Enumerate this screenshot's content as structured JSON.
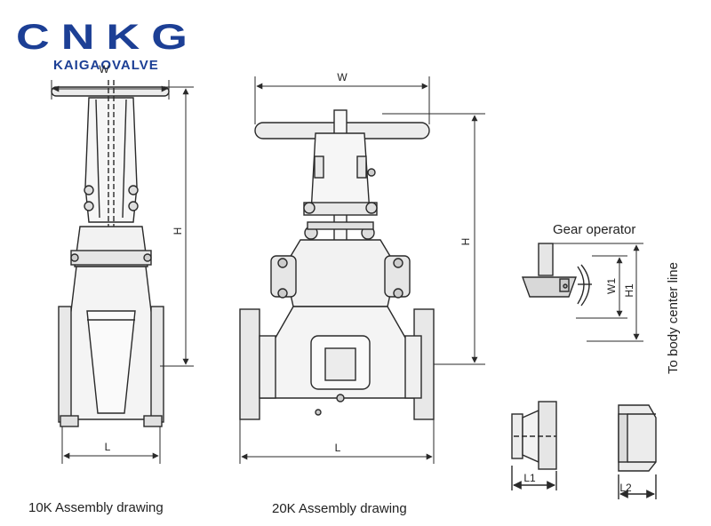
{
  "brand": {
    "name": "CNKG",
    "subtitle": "KAIGAOVALVE",
    "color": "#1c3f95"
  },
  "drawing_10k": {
    "caption": "10K Assembly drawing",
    "dim_w": "W",
    "dim_h": "H",
    "dim_l": "L"
  },
  "drawing_20k": {
    "caption": "20K Assembly drawing",
    "dim_w": "W",
    "dim_h": "H",
    "dim_l": "L"
  },
  "gear": {
    "label": "Gear operator",
    "dim_w1": "W1",
    "dim_h1": "H1",
    "side_note": "To body center line"
  },
  "ends": {
    "dim_l1": "L1",
    "dim_l2": "L2"
  },
  "colors": {
    "line": "#2a2a2a",
    "fill": "#ececec"
  }
}
